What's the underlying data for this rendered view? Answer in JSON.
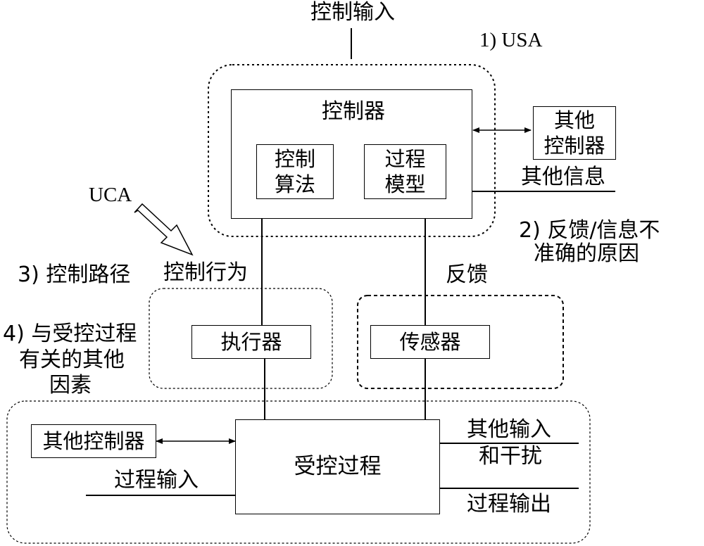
{
  "top_input_label": "控制输入",
  "usa_label": "1) USA",
  "controller": {
    "title": "控制器",
    "algorithm_line1": "控制",
    "algorithm_line2": "算法",
    "model_line1": "过程",
    "model_line2": "模型"
  },
  "other_controller_top": {
    "line1": "其他",
    "line2": "控制器"
  },
  "other_info_label": "其他信息",
  "feedback_reason": {
    "line1": "2) 反馈/信息不",
    "line2": "准确的原因"
  },
  "uca_label": "UCA",
  "control_path_label": "3) 控制路径",
  "control_action_label": "控制行为",
  "feedback_label": "反馈",
  "other_factors": {
    "line1": "4) 与受控过程",
    "line2": "有关的其他",
    "line3": "因素"
  },
  "actuator_label": "执行器",
  "sensor_label": "传感器",
  "other_controller_bottom": "其他控制器",
  "controlled_process_label": "受控过程",
  "other_inputs": {
    "line1": "其他输入",
    "line2": "和干扰"
  },
  "process_input_label": "过程输入",
  "process_output_label": "过程输出"
}
